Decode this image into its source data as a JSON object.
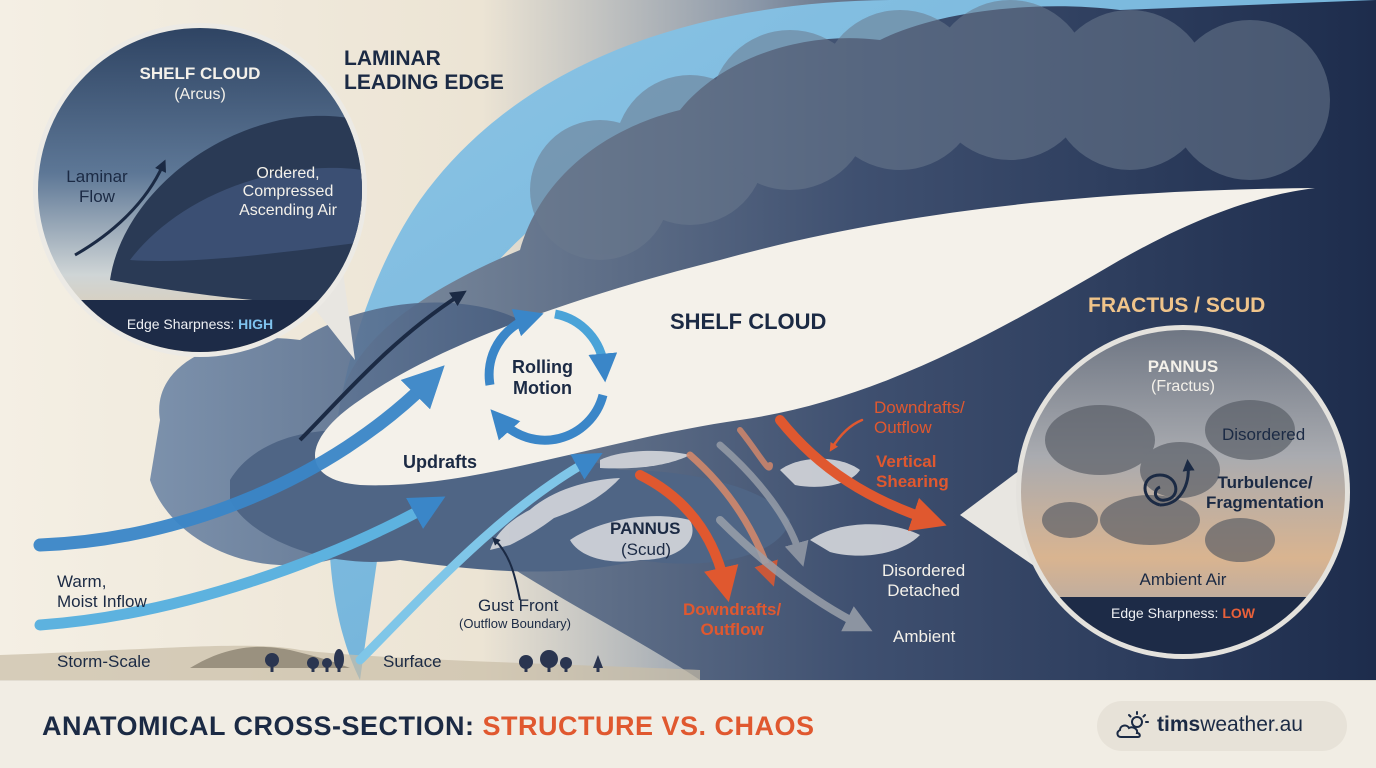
{
  "labels": {
    "laminar_heading": "LAMINAR\nLEADING EDGE",
    "shelf_cloud_main": "SHELF CLOUD",
    "fractus_heading": "FRACTUS / SCUD",
    "rolling_motion": "Rolling\nMotion",
    "updrafts": "Updrafts",
    "pannus_scud": "PANNUS",
    "pannus_scud_sub": "(Scud)",
    "downdrafts_upper": "Downdrafts/\nOutflow",
    "vertical_shearing": "Vertical\nShearing",
    "downdrafts_lower": "Downdrafts/\nOutflow",
    "disordered_detached": "Disordered\nDetached",
    "ambient": "Ambient",
    "gust_front": "Gust Front",
    "gust_front_sub": "(Outflow Boundary)",
    "warm_inflow": "Warm,\nMoist Inflow",
    "storm_scale": "Storm-Scale",
    "surface": "Surface"
  },
  "left_inset": {
    "title": "SHELF CLOUD",
    "subtitle": "(Arcus)",
    "laminar_flow": "Laminar\nFlow",
    "ordered": "Ordered,\nCompressed\nAscending Air",
    "edge_label": "Edge Sharpness: ",
    "edge_value": "HIGH"
  },
  "right_inset": {
    "title": "PANNUS",
    "subtitle": "(Fractus)",
    "disordered": "Disordered",
    "turbulence": "Turbulence/\nFragmentation",
    "ambient_air": "Ambient Air",
    "edge_label": "Edge Sharpness: ",
    "edge_value": "LOW"
  },
  "footer": {
    "title_part1": "ANATOMICAL CROSS-SECTION: ",
    "title_part2": "STRUCTURE VS. CHAOS",
    "brand_bold": "tims",
    "brand_rest": "weather.au"
  },
  "colors": {
    "navy": "#1b2a44",
    "orange": "#e0582f",
    "tan": "#f0c48a",
    "blue_arrow": "#3a86c8",
    "high": "#7fc3ee",
    "low": "#e8603a"
  },
  "icons": [
    "sun-cloud-icon"
  ]
}
